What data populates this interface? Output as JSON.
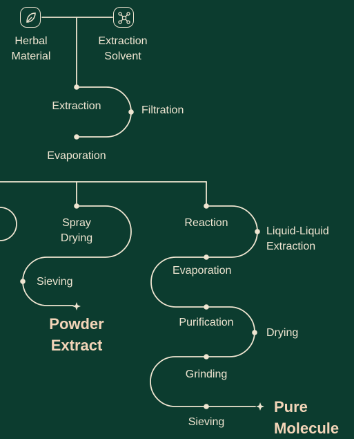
{
  "inputs": {
    "herbal": {
      "line1": "Herbal",
      "line2": "Material",
      "icon": "leaf-icon"
    },
    "solvent": {
      "line1": "Extraction",
      "line2": "Solvent",
      "icon": "molecule-icon"
    }
  },
  "pre_steps": {
    "extraction": "Extraction",
    "filtration": "Filtration",
    "evaporation": "Evaporation"
  },
  "powder_branch": {
    "spray1": "Spray",
    "spray2": "Drying",
    "sieving": "Sieving",
    "result1": "Powder",
    "result2": "Extract"
  },
  "molecule_branch": {
    "reaction": "Reaction",
    "lle1": "Liquid-Liquid",
    "lle2": "Extraction",
    "evaporation": "Evaporation",
    "purification": "Purification",
    "drying": "Drying",
    "grinding": "Grinding",
    "sieving": "Sieving",
    "result1": "Pure",
    "result2": "Molecule"
  },
  "colors": {
    "background": "#0c3c2f",
    "line": "#efe5d1",
    "result": "#f3d5b8"
  }
}
